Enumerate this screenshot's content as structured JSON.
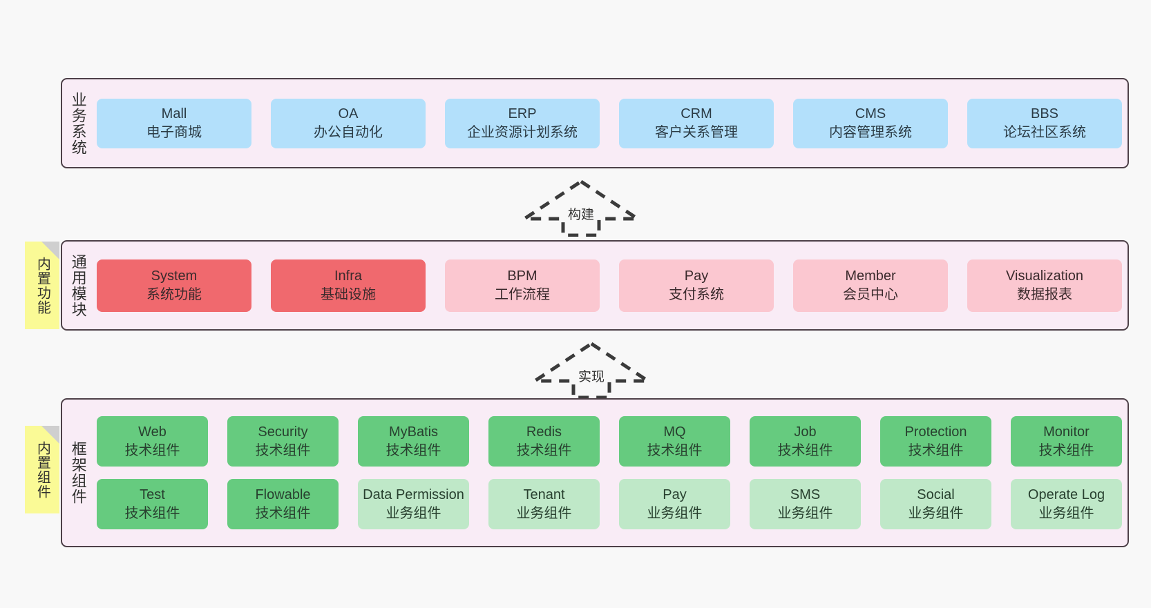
{
  "page": {
    "background": "#f8f8f8",
    "panel_bg": "#f9ecf6",
    "panel_border": "#4d4048",
    "note_bg": "#fafa96"
  },
  "layers": [
    {
      "id": "business",
      "title": "业务系统",
      "rows": [
        {
          "cards": [
            {
              "name": "Mall",
              "desc": "电子商城",
              "color": "#b3e0fb",
              "style": "blue"
            },
            {
              "name": "OA",
              "desc": "办公自动化",
              "color": "#b3e0fb",
              "style": "blue"
            },
            {
              "name": "ERP",
              "desc": "企业资源计划系统",
              "color": "#b3e0fb",
              "style": "blue"
            },
            {
              "name": "CRM",
              "desc": "客户关系管理",
              "color": "#b3e0fb",
              "style": "blue"
            },
            {
              "name": "CMS",
              "desc": "内容管理系统",
              "color": "#b3e0fb",
              "style": "blue"
            },
            {
              "name": "BBS",
              "desc": "论坛社区系统",
              "color": "#b3e0fb",
              "style": "blue"
            }
          ]
        }
      ]
    },
    {
      "id": "common",
      "title": "通用模块",
      "note": "内置功能",
      "rows": [
        {
          "cards": [
            {
              "name": "System",
              "desc": "系统功能",
              "color": "#f0696e",
              "style": "red"
            },
            {
              "name": "Infra",
              "desc": "基础设施",
              "color": "#f0696e",
              "style": "red"
            },
            {
              "name": "BPM",
              "desc": "工作流程",
              "color": "#fbc7d0",
              "style": "pink"
            },
            {
              "name": "Pay",
              "desc": "支付系统",
              "color": "#fbc7d0",
              "style": "pink"
            },
            {
              "name": "Member",
              "desc": "会员中心",
              "color": "#fbc7d0",
              "style": "pink"
            },
            {
              "name": "Visualization",
              "desc": "数据报表",
              "color": "#fbc7d0",
              "style": "pink"
            }
          ]
        }
      ]
    },
    {
      "id": "frame",
      "title": "框架组件",
      "note": "内置组件",
      "rows": [
        {
          "cards": [
            {
              "name": "Web",
              "desc": "技术组件",
              "color": "#66cb7f",
              "style": "green"
            },
            {
              "name": "Security",
              "desc": "技术组件",
              "color": "#66cb7f",
              "style": "green"
            },
            {
              "name": "MyBatis",
              "desc": "技术组件",
              "color": "#66cb7f",
              "style": "green"
            },
            {
              "name": "Redis",
              "desc": "技术组件",
              "color": "#66cb7f",
              "style": "green"
            },
            {
              "name": "MQ",
              "desc": "技术组件",
              "color": "#66cb7f",
              "style": "green"
            },
            {
              "name": "Job",
              "desc": "技术组件",
              "color": "#66cb7f",
              "style": "green"
            },
            {
              "name": "Protection",
              "desc": "技术组件",
              "color": "#66cb7f",
              "style": "green"
            },
            {
              "name": "Monitor",
              "desc": "技术组件",
              "color": "#66cb7f",
              "style": "green"
            }
          ]
        },
        {
          "cards": [
            {
              "name": "Test",
              "desc": "技术组件",
              "color": "#66cb7f",
              "style": "green"
            },
            {
              "name": "Flowable",
              "desc": "技术组件",
              "color": "#66cb7f",
              "style": "green"
            },
            {
              "name": "Data Permission",
              "desc": "业务组件",
              "color": "#bfe8c8",
              "style": "lgreen",
              "wrap": true
            },
            {
              "name": "Tenant",
              "desc": "业务组件",
              "color": "#bfe8c8",
              "style": "lgreen"
            },
            {
              "name": "Pay",
              "desc": "业务组件",
              "color": "#bfe8c8",
              "style": "lgreen"
            },
            {
              "name": "SMS",
              "desc": "业务组件",
              "color": "#bfe8c8",
              "style": "lgreen"
            },
            {
              "name": "Social",
              "desc": "业务组件",
              "color": "#bfe8c8",
              "style": "lgreen"
            },
            {
              "name": "Operate Log",
              "desc": "业务组件",
              "color": "#bfe8c8",
              "style": "lgreen"
            }
          ]
        }
      ]
    }
  ],
  "arrows": [
    {
      "id": "build",
      "label": "构建",
      "style": "dashed-generalization",
      "direction": "up"
    },
    {
      "id": "impl",
      "label": "实现",
      "style": "dashed-generalization",
      "direction": "up"
    }
  ],
  "notes": [
    {
      "id": "builtin-func",
      "label": "内置功能"
    },
    {
      "id": "builtin-comp",
      "label": "内置组件"
    }
  ]
}
